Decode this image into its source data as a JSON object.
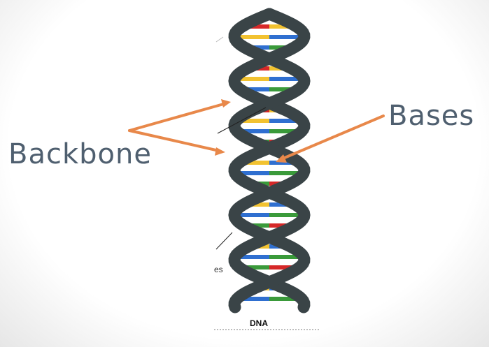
{
  "labels": {
    "backbone": "Backbone",
    "bases": "Bases",
    "caption": "DNA",
    "fragment": "es"
  },
  "colors": {
    "backbone_strand": "#3a4447",
    "annotation_arrow": "#e8884a",
    "label_text": "#4f5f6f",
    "base_pair_colors": [
      "#d62828",
      "#f2c230",
      "#2f6fd0",
      "#3a9a3a"
    ]
  },
  "icons": [
    "double-helix-figure"
  ]
}
